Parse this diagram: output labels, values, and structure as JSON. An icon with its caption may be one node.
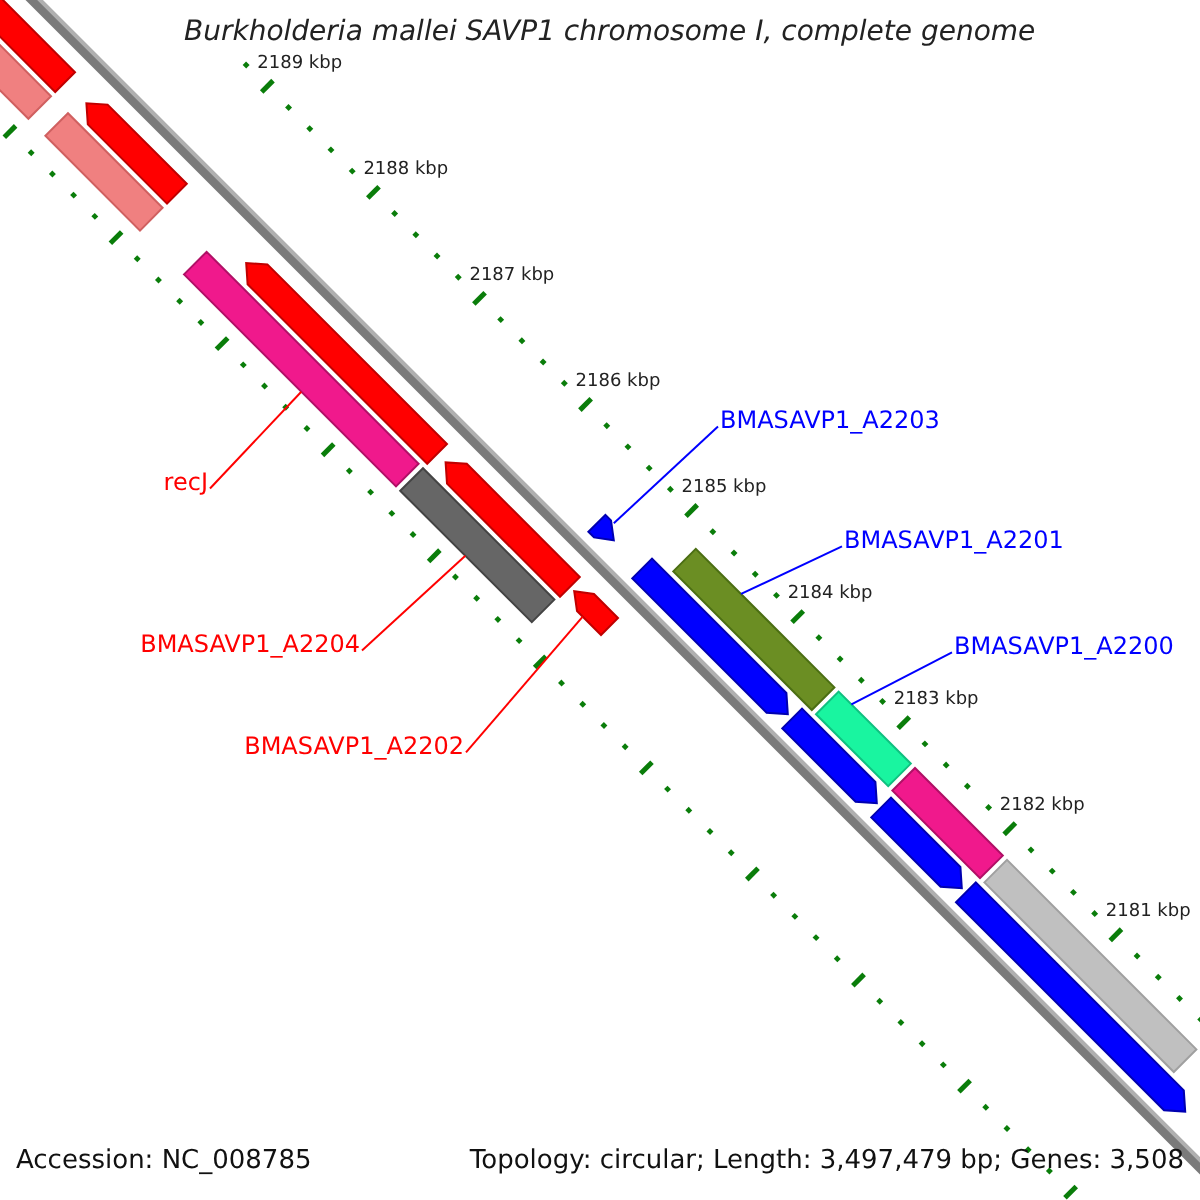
{
  "diagram": {
    "title": "Burkholderia mallei SAVP1 chromosome I, complete genome",
    "nodes": [
      {
        "text": [
          "BMASAVP1_A2203"
        ]
      },
      {
        "text": [
          "recJ"
        ]
      },
      {
        "text": [
          "BMASAVP1_A2201"
        ]
      },
      {
        "text": [
          "BMASAVP1_A2204"
        ]
      },
      {
        "text": [
          "BMASAVP1_A2200"
        ]
      },
      {
        "text": [
          "BMASAVP1_A2202"
        ]
      },
      {
        "text": [],
        "shape": "arrow"
      },
      {
        "text": [],
        "shape": "bar"
      },
      {
        "text": [],
        "shape": "arrow"
      },
      {
        "text": [],
        "shape": "bar"
      },
      {
        "text": [],
        "shape": "arrow"
      },
      {
        "text": [],
        "shape": "bar"
      },
      {
        "text": [],
        "shape": "arrow"
      },
      {
        "text": [],
        "shape": "arrow"
      },
      {
        "text": [],
        "shape": "bar"
      },
      {
        "text": [],
        "shape": "arrow"
      },
      {
        "text": [],
        "shape": "bar"
      },
      {
        "text": [],
        "shape": "arrow"
      },
      {
        "text": [],
        "shape": "bar"
      },
      {
        "text": [],
        "shape": "arrow"
      },
      {
        "text": [],
        "shape": "bar"
      },
      {
        "text": [],
        "shape": "arrow"
      },
      {
        "text": [],
        "shape": "bar"
      },
      {
        "text": [],
        "shape": "arrow"
      }
    ],
    "edges": [
      {
        "from": 0,
        "to": 13,
        "arrow": "none",
        "color": "#0000ff"
      },
      {
        "from": 1,
        "to": 11,
        "arrow": "none",
        "color": "#ff0000"
      },
      {
        "from": 2,
        "to": 16,
        "arrow": "none",
        "color": "#0000ff"
      },
      {
        "from": 3,
        "to": 14,
        "arrow": "none",
        "color": "#ff0000"
      },
      {
        "from": 4,
        "to": 18,
        "arrow": "none",
        "color": "#0000ff"
      },
      {
        "from": 5,
        "to": 15,
        "arrow": "none",
        "color": "#ff0000"
      }
    ],
    "labels": [
      "2189 kbp",
      "2188 kbp",
      "2187 kbp",
      "2186 kbp",
      "2185 kbp",
      "2184 kbp",
      "2183 kbp",
      "2182 kbp",
      "2181 kbp",
      "Accession: NC_008785",
      "Topology: circular; Length: 3,497,479 bp; Genes: 3,508"
    ]
  }
}
